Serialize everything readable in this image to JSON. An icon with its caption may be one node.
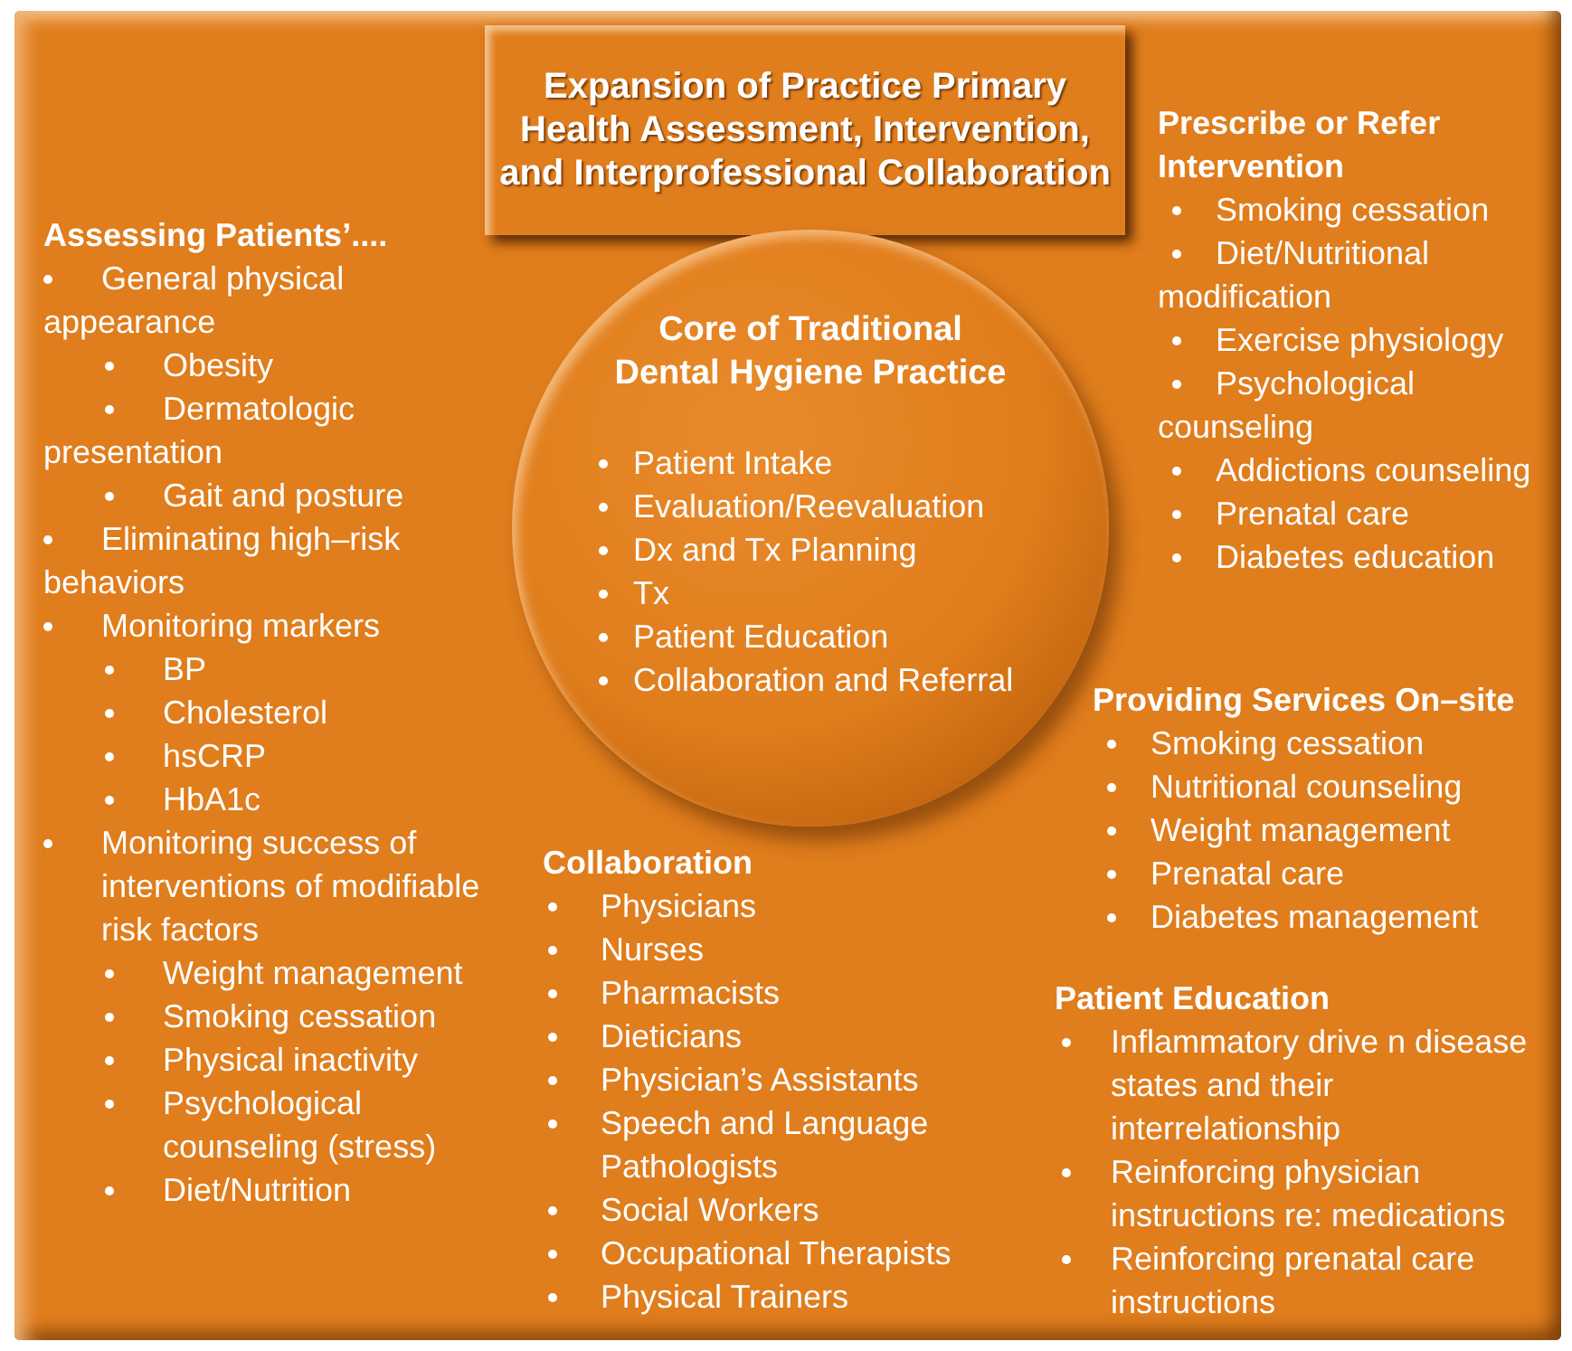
{
  "diagram": {
    "nodes": [
      {
        "text": [
          "Expansion of Practice Primary Health Assessment, Intervention, and Interprofessional Collaboration"
        ]
      },
      {
        "text": [
          "Core of Traditional Dental Hygiene Practice",
          "Patient Intake",
          "Evaluation/Reevaluation",
          "Dx and Tx Planning",
          "Tx",
          "Patient Education",
          "Collaboration and Referral"
        ]
      }
    ],
    "labels": [
      "Assessing Patients’....",
      "General physical appearance",
      "Obesity",
      "Dermatologic presentation",
      "Gait and posture",
      "Eliminating high–risk behaviors",
      "Monitoring markers",
      "BP",
      "Cholesterol",
      "hsCRP",
      "HbA1c",
      "Monitoring success of interventions of modifiable risk factors",
      "Weight management",
      "Smoking cessation",
      "Physical inactivity",
      "Psychological counseling (stress)",
      "Diet/Nutrition",
      "Prescribe or Refer Intervention",
      "Smoking cessation",
      "Diet/Nutritional modification",
      "Exercise physiology",
      "Psychological counseling",
      "Addictions counseling",
      "Prenatal care",
      "Diabetes education",
      "Providing Services On–site",
      "Smoking cessation",
      "Nutritional counseling",
      "Weight management",
      "Prenatal care",
      "Diabetes management",
      "Collaboration",
      "Physicians",
      "Nurses",
      "Pharmacists",
      "Dieticians",
      "Physician’s Assistants",
      "Speech and Language Pathologists",
      "Social Workers",
      "Occupational Therapists",
      "Physical Trainers",
      "Patient Education",
      "Inflammatory drive n disease states and their interrelationship",
      "Reinforcing physician instructions re: medications",
      "Reinforcing prenatal care instructions"
    ]
  }
}
